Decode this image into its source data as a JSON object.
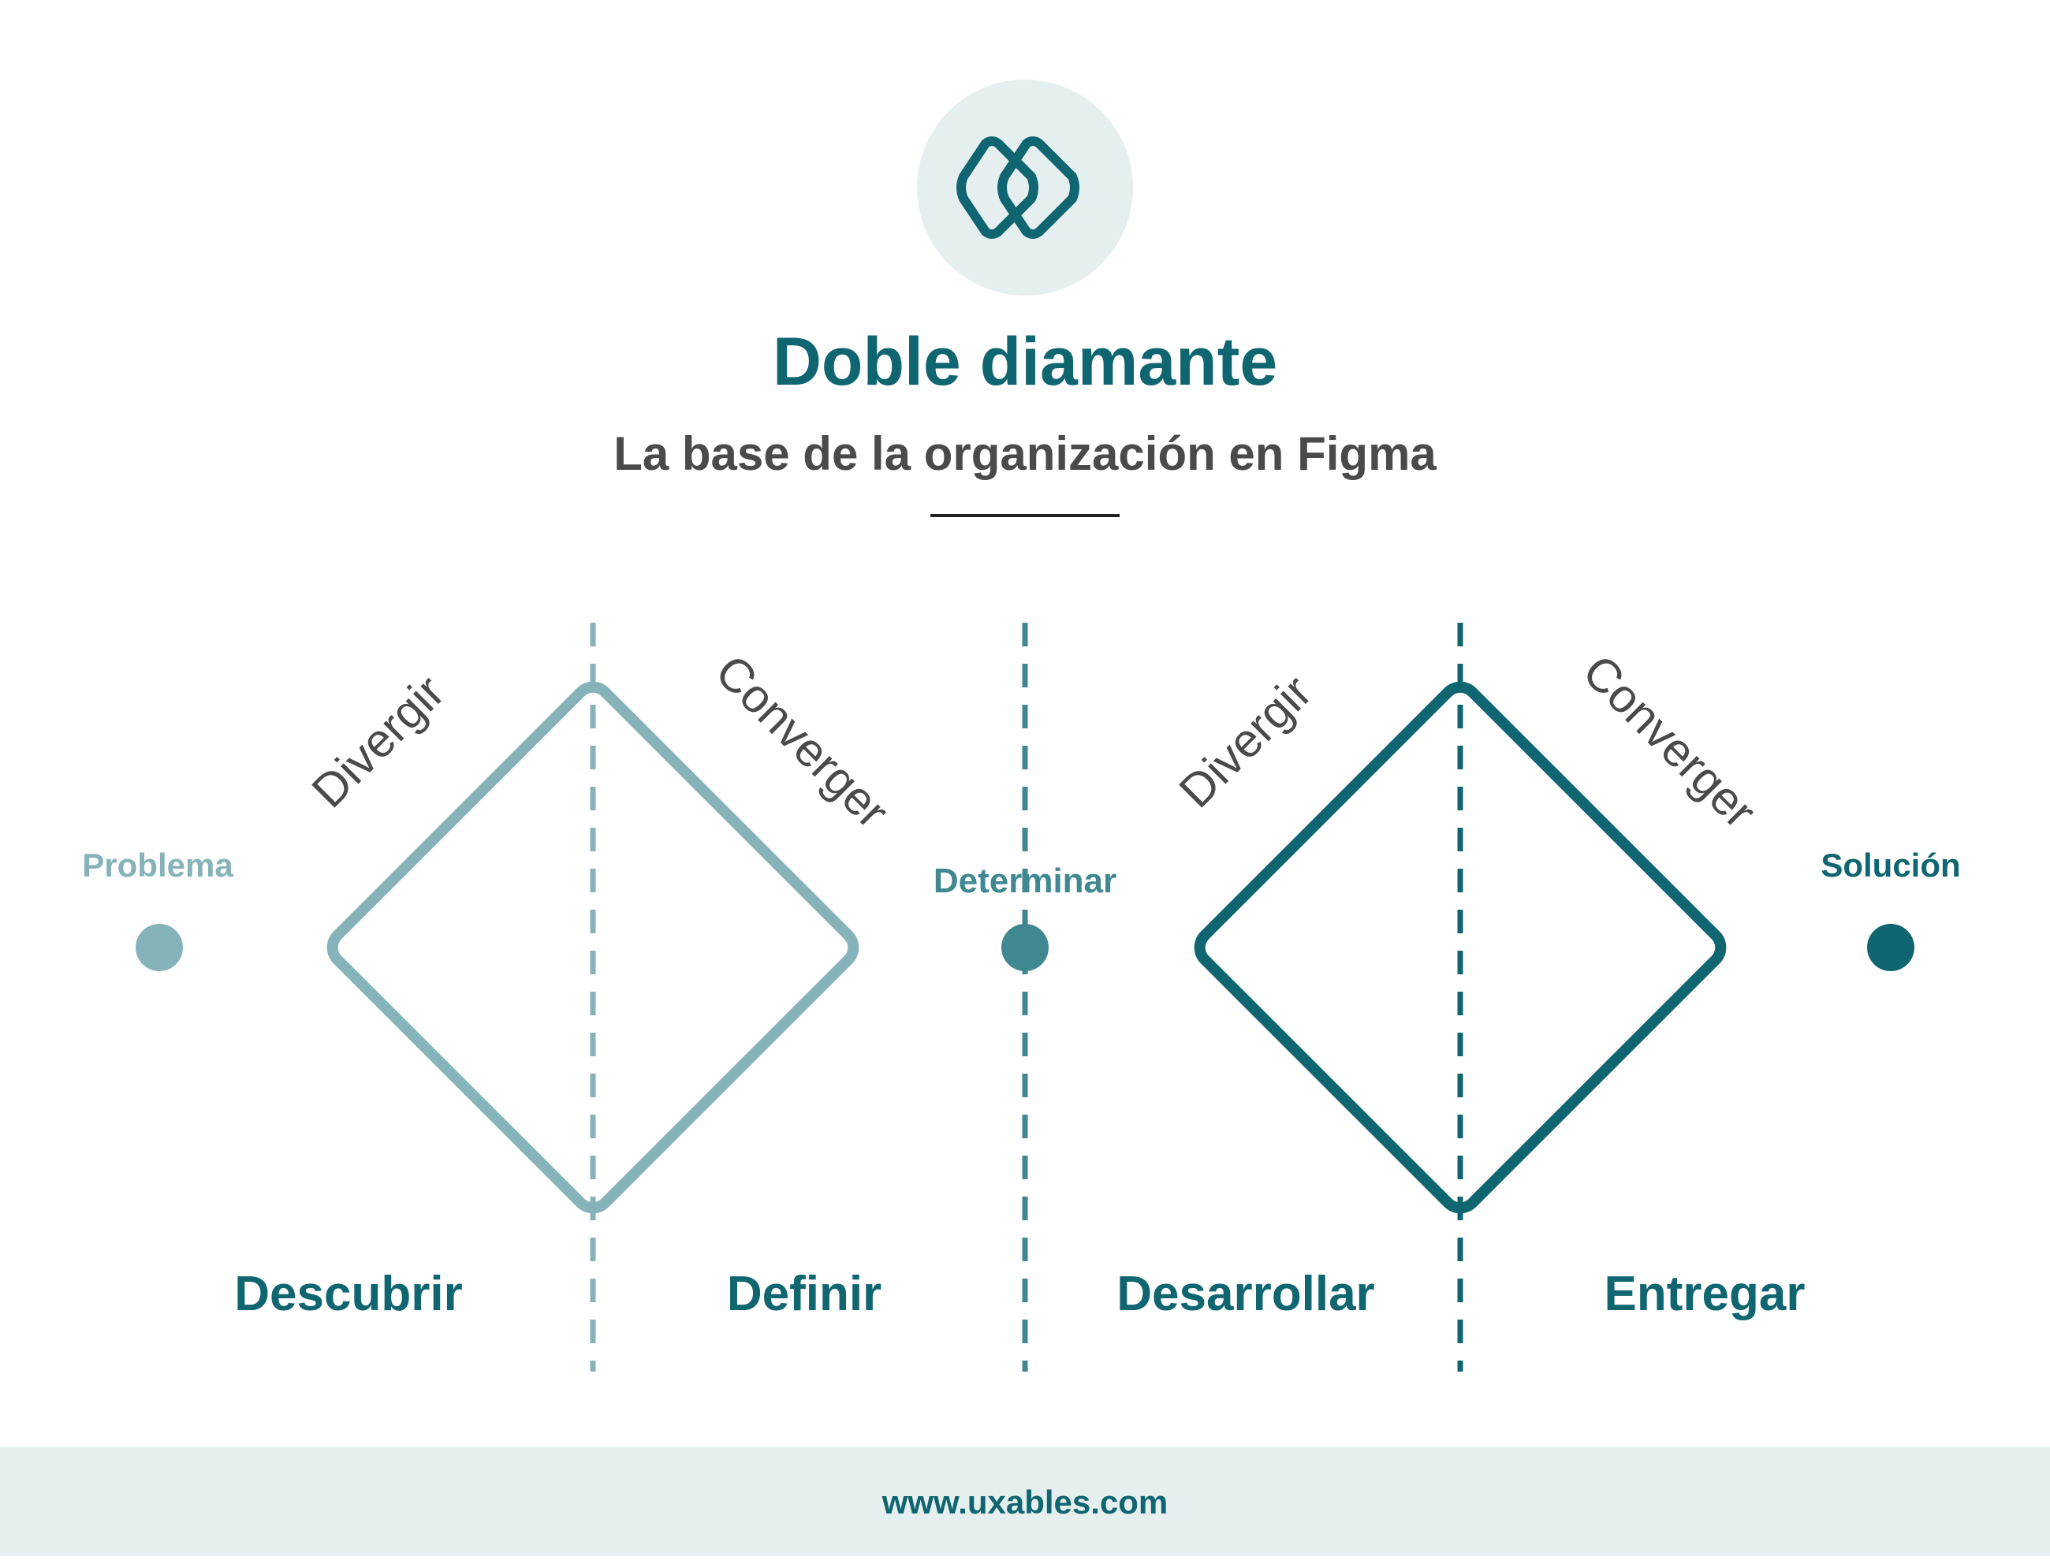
{
  "header": {
    "title": "Doble diamante",
    "subtitle": "La base de la organización en Figma",
    "logo_icon": "double-diamond-logo-icon"
  },
  "diagram": {
    "start_label": "Problema",
    "middle_label": "Determinar",
    "end_label": "Solución",
    "diamonds": [
      {
        "diverge_label": "Divergir",
        "converge_label": "Converger",
        "left_phase": "Descubrir",
        "right_phase": "Definir"
      },
      {
        "diverge_label": "Divergir",
        "converge_label": "Converger",
        "left_phase": "Desarrollar",
        "right_phase": "Entregar"
      }
    ]
  },
  "footer": {
    "url": "www.uxables.com"
  },
  "colors": {
    "dark_teal": "#0f6570",
    "light_teal": "#86b3ba",
    "mid_teal": "#3f8791",
    "gray_text": "#4a4a4a",
    "logo_circle": "#e6efef",
    "footer_bg": "#e6efef"
  }
}
